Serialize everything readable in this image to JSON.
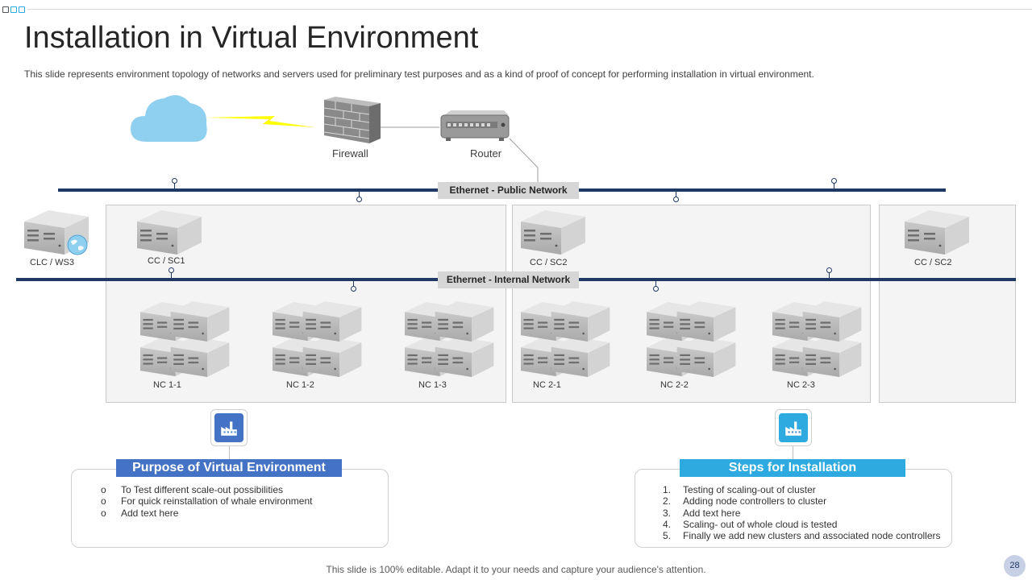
{
  "slide": {
    "title": "Installation in Virtual Environment",
    "subtitle": "This slide represents environment topology of networks and servers used for preliminary test purposes and as a kind of proof of concept for performing  installation in virtual environment.",
    "footer": "This slide is 100% editable. Adapt it to your needs and capture your audience's attention.",
    "page_number": "28"
  },
  "devices": {
    "firewall": "Firewall",
    "router": "Router"
  },
  "networks": {
    "public": "Ethernet -  Public Network",
    "internal": "Ethernet -  Internal Network"
  },
  "servers": {
    "clc": "CLC / WS3",
    "cc1": "CC / SC1",
    "cc2": "CC / SC2",
    "cc3": "CC / SC2"
  },
  "node_controllers": [
    "NC 1-1",
    "NC 1-2",
    "NC 1-3",
    "NC 2-1",
    "NC 2-2",
    "NC 2-3"
  ],
  "purpose": {
    "title": "Purpose of Virtual Environment",
    "marker": "o",
    "items": [
      "To Test different scale-out possibilities",
      "For quick reinstallation of whale environment",
      "Add text here"
    ]
  },
  "steps": {
    "title": "Steps for Installation",
    "markers": [
      "1.",
      "2.",
      "3.",
      "4.",
      "5."
    ],
    "items": [
      "Testing of scaling-out of cluster",
      "Adding node controllers to cluster",
      "Add text here",
      "Scaling- out of whole cloud is tested",
      "Finally we add new clusters and associated node controllers"
    ]
  },
  "colors": {
    "network_line": "#1f3864",
    "purpose_header": "#4472c4",
    "steps_header": "#2eaae1",
    "cloud": "#8fd0f1",
    "lightning": "#ffff00"
  }
}
